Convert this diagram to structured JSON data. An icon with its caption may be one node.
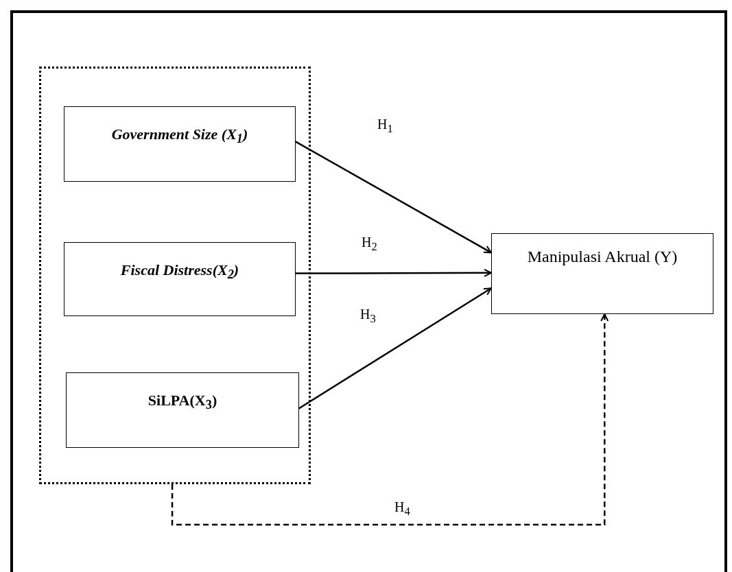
{
  "diagram": {
    "nodes": [
      {
        "text": [],
        "shape": "box"
      },
      {
        "text": [
          "Government Size (X$_{1}$)"
        ],
        "in": 0
      },
      {
        "text": [
          "Fiscal Distress(X$_{2}$)"
        ],
        "in": 0
      },
      {
        "text": [
          "SiLPA(X$_{3}$)"
        ],
        "in": 0
      },
      {
        "text": [
          "Manipulasi Akrual (Y)"
        ]
      }
    ],
    "edges": [
      {
        "from": 1,
        "to": 4,
        "arrow": "to",
        "label": "H$_{1}$"
      },
      {
        "from": 2,
        "to": 4,
        "arrow": "to",
        "label": "H$_{2}$"
      },
      {
        "from": 3,
        "to": 4,
        "arrow": "to",
        "label": "H$_{3}$"
      },
      {
        "from": 0,
        "to": 4,
        "arrow": "to",
        "label": "H$_{4}$",
        "style": "dashed"
      }
    ]
  }
}
